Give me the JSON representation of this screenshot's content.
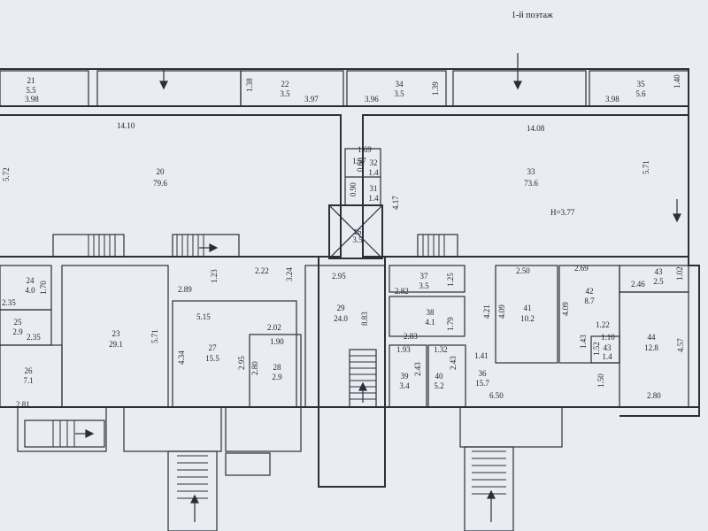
{
  "title": "1-й поэтаж",
  "height_note": "H=3.77",
  "rooms": [
    {
      "id": "21",
      "area": "5.5"
    },
    {
      "id": "22",
      "area": "3.5"
    },
    {
      "id": "34",
      "area": "3.5"
    },
    {
      "id": "35",
      "area": "5.6"
    },
    {
      "id": "20",
      "area": "79.6"
    },
    {
      "id": "33",
      "area": "73.6"
    },
    {
      "id": "32",
      "area": "1.4"
    },
    {
      "id": "31",
      "area": "1.4"
    },
    {
      "id": "16",
      "area": "3.5"
    },
    {
      "id": "24",
      "area": "4.0"
    },
    {
      "id": "25",
      "area": "2.9"
    },
    {
      "id": "26",
      "area": "7.1"
    },
    {
      "id": "23",
      "area": "29.1"
    },
    {
      "id": "27",
      "area": "15.5"
    },
    {
      "id": "28",
      "area": "2.9"
    },
    {
      "id": "29",
      "area": "24.0"
    },
    {
      "id": "37",
      "area": "3.5"
    },
    {
      "id": "38",
      "area": "4.1"
    },
    {
      "id": "39",
      "area": "3.4"
    },
    {
      "id": "40",
      "area": "5.2"
    },
    {
      "id": "36",
      "area": "15.7"
    },
    {
      "id": "41",
      "area": "10.2"
    },
    {
      "id": "42",
      "area": "8.7"
    },
    {
      "id": "43",
      "area": "2.5"
    },
    {
      "id": "44",
      "area": "12.8"
    },
    {
      "id": "43",
      "area": "1.4"
    }
  ],
  "dimensions": {
    "d_398_a": "3.98",
    "d_138": "1.38",
    "d_397": "3.97",
    "d_396": "3.96",
    "d_139": "1.39",
    "d_398_b": "3.98",
    "d_140": "1.40",
    "d_1410": "14.10",
    "d_1408": "14.08",
    "d_572_a": "5.72",
    "d_571_a": "5.71",
    "d_169": "1.69",
    "d_157": "1.57",
    "d_090": "0.90",
    "d_060": "0.60",
    "d_417": "4.17",
    "d_289": "2.89",
    "d_123": "1.23",
    "d_222": "2.22",
    "d_324": "3.24",
    "d_295_a": "2.95",
    "d_282": "2.82",
    "d_125": "1.25",
    "d_170": "1.70",
    "d_235_a": "2.35",
    "d_235_b": "2.35",
    "d_571_b": "5.71",
    "d_515": "5.15",
    "d_434": "4.34",
    "d_202": "2.02",
    "d_190": "1.90",
    "d_295_b": "2.95",
    "d_280": "2.80",
    "d_883": "8.83",
    "d_179": "1.79",
    "d_283": "2.83",
    "d_421": "4.21",
    "d_141": "1.41",
    "d_250": "2.50",
    "d_269": "2.69",
    "d_246": "2.46",
    "d_102": "1.02",
    "d_409_a": "4.09",
    "d_409_b": "4.09",
    "d_122": "1.22",
    "d_110": "1.10",
    "d_143": "1.43",
    "d_457": "4.57",
    "d_150": "1.50",
    "d_650": "6.50",
    "d_280_b": "2.80",
    "d_281": "2.81",
    "d_193": "1.93",
    "d_243_a": "2.43",
    "d_132": "1.32",
    "d_243_b": "2.43",
    "d_152": "1.52"
  },
  "colors": {
    "ink": "#2b2f3a",
    "paper": "#e9ecf1"
  }
}
